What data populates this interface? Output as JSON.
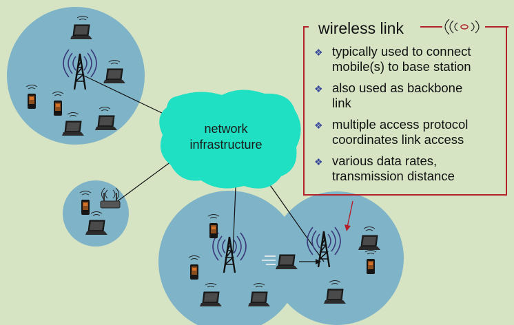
{
  "cloud": {
    "line1": "network",
    "line2": "infrastructure",
    "color": "#1fe0c2"
  },
  "wireless_link": {
    "title": "wireless link",
    "bullets": [
      {
        "line1": "typically used to connect",
        "line2": "mobile(s) to base station"
      },
      {
        "line1": "also used as backbone",
        "line2": "link"
      },
      {
        "line1": "multiple access protocol",
        "line2": "coordinates link access"
      },
      {
        "line1": "various data rates,",
        "line2": "transmission distance"
      }
    ],
    "border_color": "#b3202a"
  },
  "colors": {
    "background": "#d6e4c4",
    "cell": "#7fb3c8",
    "device": "#1b1b1b"
  },
  "icons": [
    "wireless-signal-icon",
    "bullet-diamond-icon",
    "tower-icon",
    "laptop-icon",
    "phone-icon",
    "router-icon"
  ]
}
